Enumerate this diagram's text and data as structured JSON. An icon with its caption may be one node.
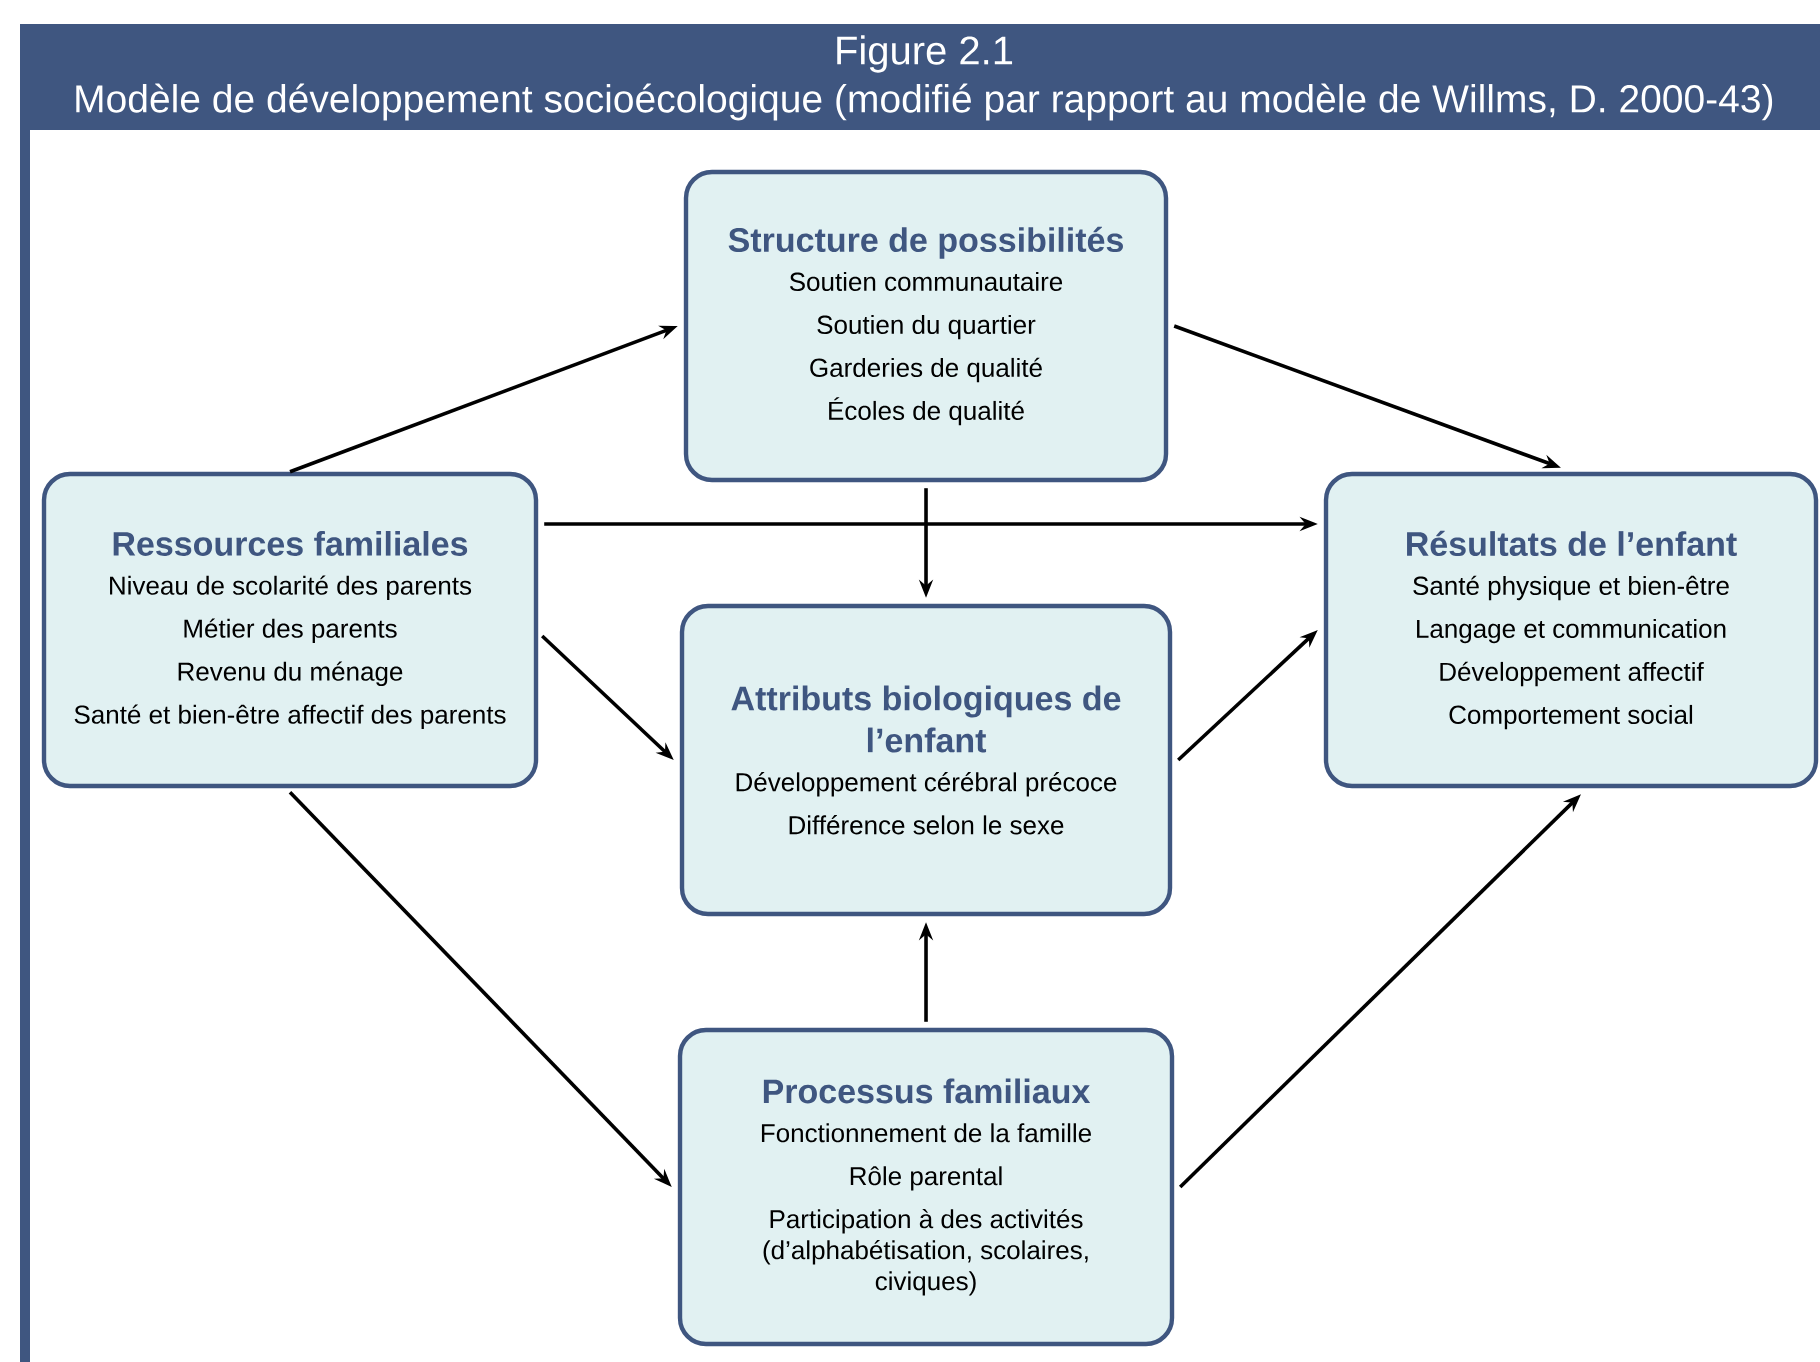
{
  "diagram": {
    "title": "Figure 2.1",
    "caption": "Modèle de développement socioécologique (modifié par rapport au modèle de Willms, D. 2000-43)",
    "nodes": [
      {
        "text": [
          "Structure de possibilités",
          "Soutien communautaire",
          "Soutien du quartier",
          "Garderies de qualité",
          "Écoles de qualité"
        ]
      },
      {
        "text": [
          "Ressources familiales",
          "Niveau de scolarité des parents",
          "Métier des parents",
          "Revenu du ménage",
          "Santé et bien-être affectif des parents"
        ]
      },
      {
        "text": [
          "Attributs biologiques de l’enfant",
          "Développement cérébral précoce",
          "Différence selon le sexe"
        ]
      },
      {
        "text": [
          "Résultats de l’enfant",
          "Santé physique et bien-être",
          "Langage et communication",
          "Développement affectif",
          "Comportement social"
        ]
      },
      {
        "text": [
          "Processus familiaux",
          "Fonctionnement de la famille",
          "Rôle parental",
          "Participation à des activités (d’alphabétisation, scolaires, civiques)"
        ]
      }
    ],
    "edges": [
      {
        "from": 1,
        "to": 0,
        "arrow": "to"
      },
      {
        "from": 0,
        "to": 3,
        "arrow": "to"
      },
      {
        "from": 1,
        "to": 3,
        "arrow": "to"
      },
      {
        "from": 0,
        "to": 2,
        "arrow": "to"
      },
      {
        "from": 1,
        "to": 2,
        "arrow": "to"
      },
      {
        "from": 2,
        "to": 3,
        "arrow": "to"
      },
      {
        "from": 1,
        "to": 4,
        "arrow": "to"
      },
      {
        "from": 4,
        "to": 2,
        "arrow": "to"
      },
      {
        "from": 4,
        "to": 3,
        "arrow": "to"
      }
    ]
  }
}
